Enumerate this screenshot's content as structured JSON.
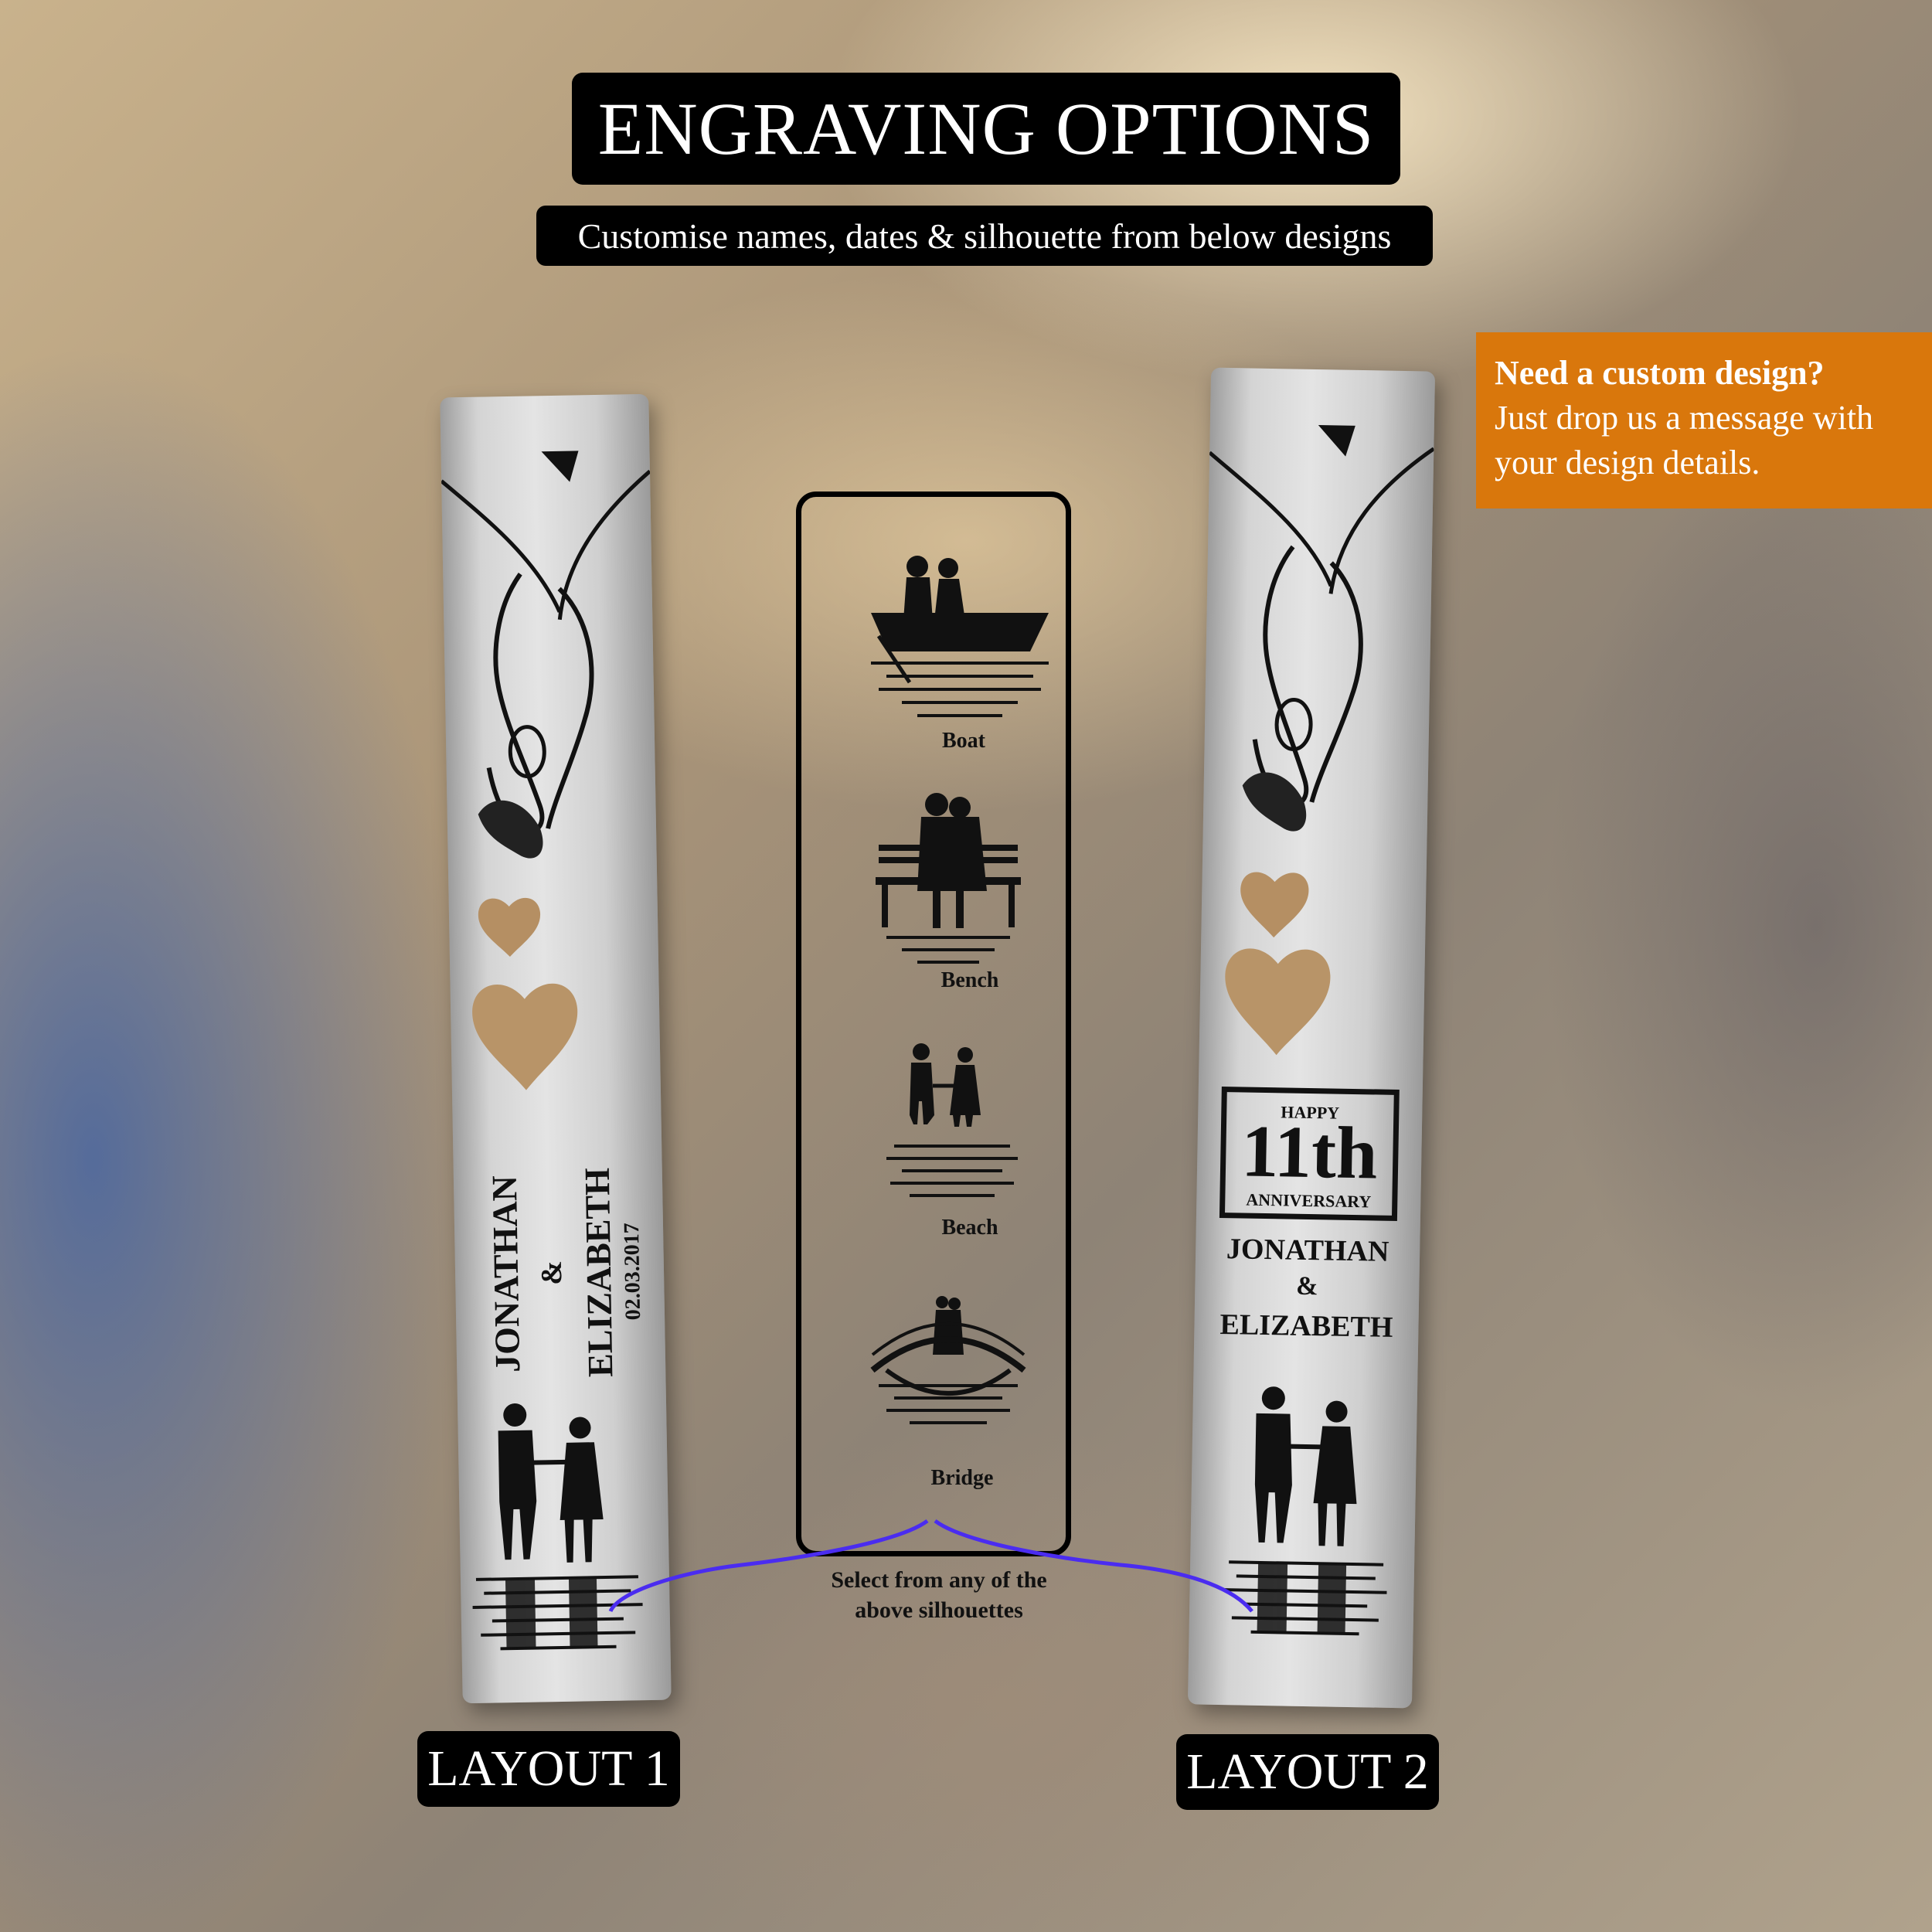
{
  "title": "ENGRAVING OPTIONS",
  "subtitle": "Customise names, dates & silhouette from below designs",
  "custom_design": {
    "heading": "Need a custom design?",
    "body": "Just drop us a message with your design details."
  },
  "layout1": {
    "label": "LAYOUT 1",
    "name1": "JONATHAN",
    "ampersand": "&",
    "name2": "ELIZABETH",
    "date": "02.03.2017"
  },
  "layout2": {
    "label": "LAYOUT 2",
    "happy": "HAPPY",
    "number": "11th",
    "anniversary": "ANNIVERSARY",
    "name1": "JONATHAN",
    "ampersand": "&",
    "name2": "ELIZABETH"
  },
  "silhouettes": [
    {
      "label": "Boat"
    },
    {
      "label": "Bench"
    },
    {
      "label": "Beach"
    },
    {
      "label": "Bridge"
    }
  ],
  "selection_note": {
    "line1": "Select from any of the",
    "line2": "above silhouettes"
  },
  "colors": {
    "accent_orange": "#d9770c",
    "connector_purple": "#4a2cf0"
  }
}
